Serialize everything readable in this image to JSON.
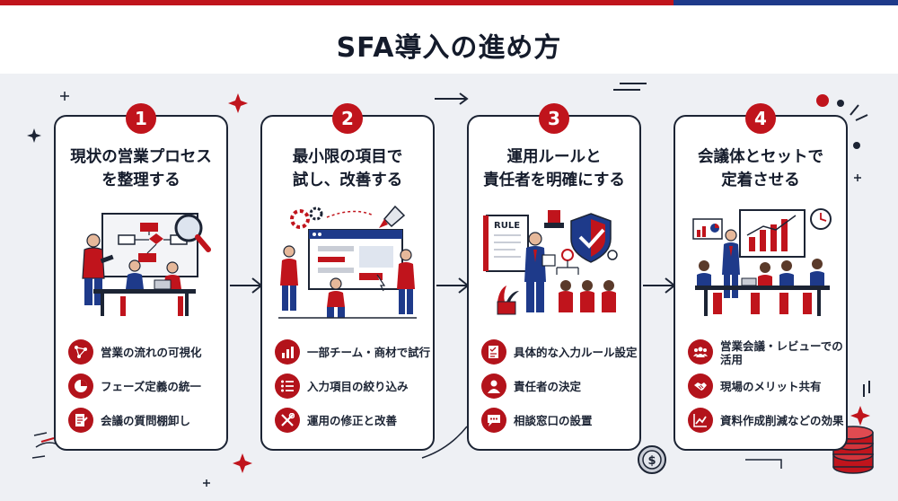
{
  "title": "SFA導入の進め方",
  "steps": [
    {
      "number": "1",
      "title_lines": [
        "現状の営業プロセス",
        "を整理する"
      ],
      "items": [
        {
          "icon": "flow-network-icon",
          "text": "営業の流れの可視化"
        },
        {
          "icon": "pie-chart-icon",
          "text": "フェーズ定義の統一"
        },
        {
          "icon": "document-edit-icon",
          "text": "会議の質問棚卸し"
        }
      ]
    },
    {
      "number": "2",
      "title_lines": [
        "最小限の項目で",
        "試し、改善する"
      ],
      "items": [
        {
          "icon": "bar-chart-icon",
          "text": "一部チーム・商材で試行"
        },
        {
          "icon": "list-icon",
          "text": "入力項目の絞り込み"
        },
        {
          "icon": "tools-icon",
          "text": "運用の修正と改善"
        }
      ]
    },
    {
      "number": "3",
      "title_lines": [
        "運用ルールと",
        "責任者を明確にする"
      ],
      "items": [
        {
          "icon": "checklist-icon",
          "text": "具体的な入力ルール設定"
        },
        {
          "icon": "person-icon",
          "text": "責任者の決定"
        },
        {
          "icon": "chat-icon",
          "text": "相談窓口の設置"
        }
      ]
    },
    {
      "number": "4",
      "title_lines": [
        "会議体とセットで",
        "定着させる"
      ],
      "items": [
        {
          "icon": "group-icon",
          "text_lines": [
            "営業会議・レビューでの",
            "活用"
          ]
        },
        {
          "icon": "handshake-icon",
          "text": "現場のメリット共有"
        },
        {
          "icon": "trend-chart-icon",
          "text": "資料作成削減などの効果"
        }
      ]
    }
  ],
  "illustration_labels": {
    "rule_book": "RULE"
  },
  "colors": {
    "accent_red": "#c0141c",
    "navy": "#1e3a8a",
    "ink": "#1c2434",
    "background": "#eef0f4"
  }
}
